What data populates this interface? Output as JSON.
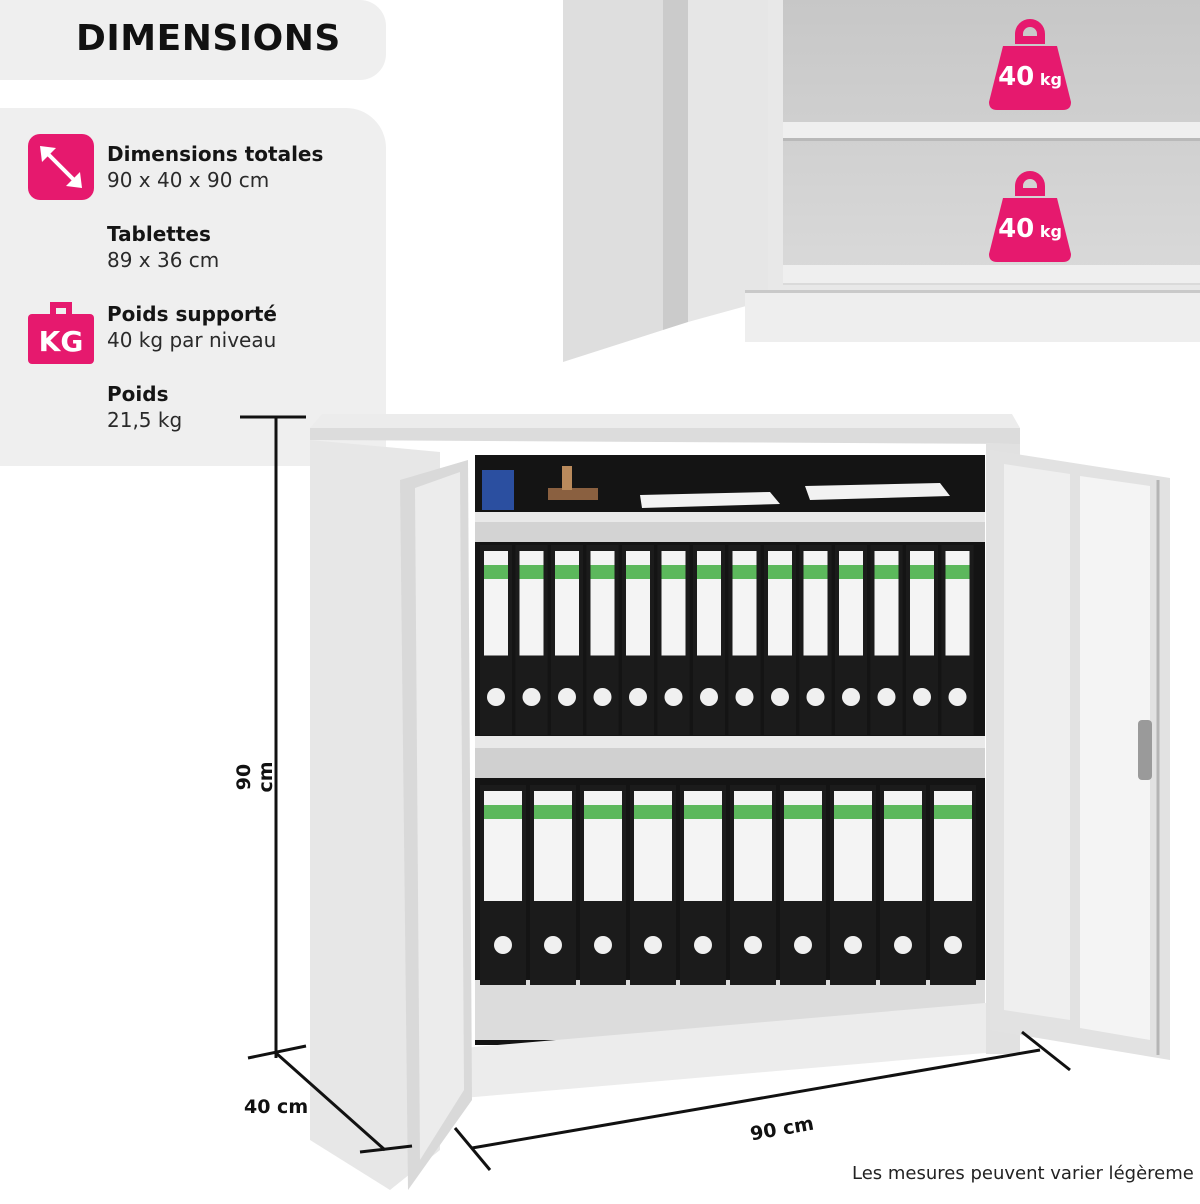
{
  "header": {
    "title": "DIMENSIONS"
  },
  "specs": [
    {
      "label": "Dimensions totales",
      "value": "90 x 40 x 90 cm"
    },
    {
      "label": "Tablettes",
      "value": "89 x 36 cm"
    },
    {
      "label": "Poids supporté",
      "value": "40 kg par niveau"
    },
    {
      "label": "Poids",
      "value": "21,5 kg"
    }
  ],
  "icons": {
    "dimensions": "diagonal-arrow-icon",
    "weight": "kg-weight-icon",
    "kg_text": "KG"
  },
  "badges": [
    {
      "value": "40",
      "unit": "kg"
    },
    {
      "value": "40",
      "unit": "kg"
    }
  ],
  "dimensions": {
    "height": "90 cm",
    "depth": "40 cm",
    "width": "90 cm"
  },
  "footer": {
    "disclaimer": "Les mesures peuvent varier légèreme"
  },
  "colors": {
    "accent": "#e6196e",
    "panel": "#efefef",
    "cabinet": "#e4e4e4"
  }
}
